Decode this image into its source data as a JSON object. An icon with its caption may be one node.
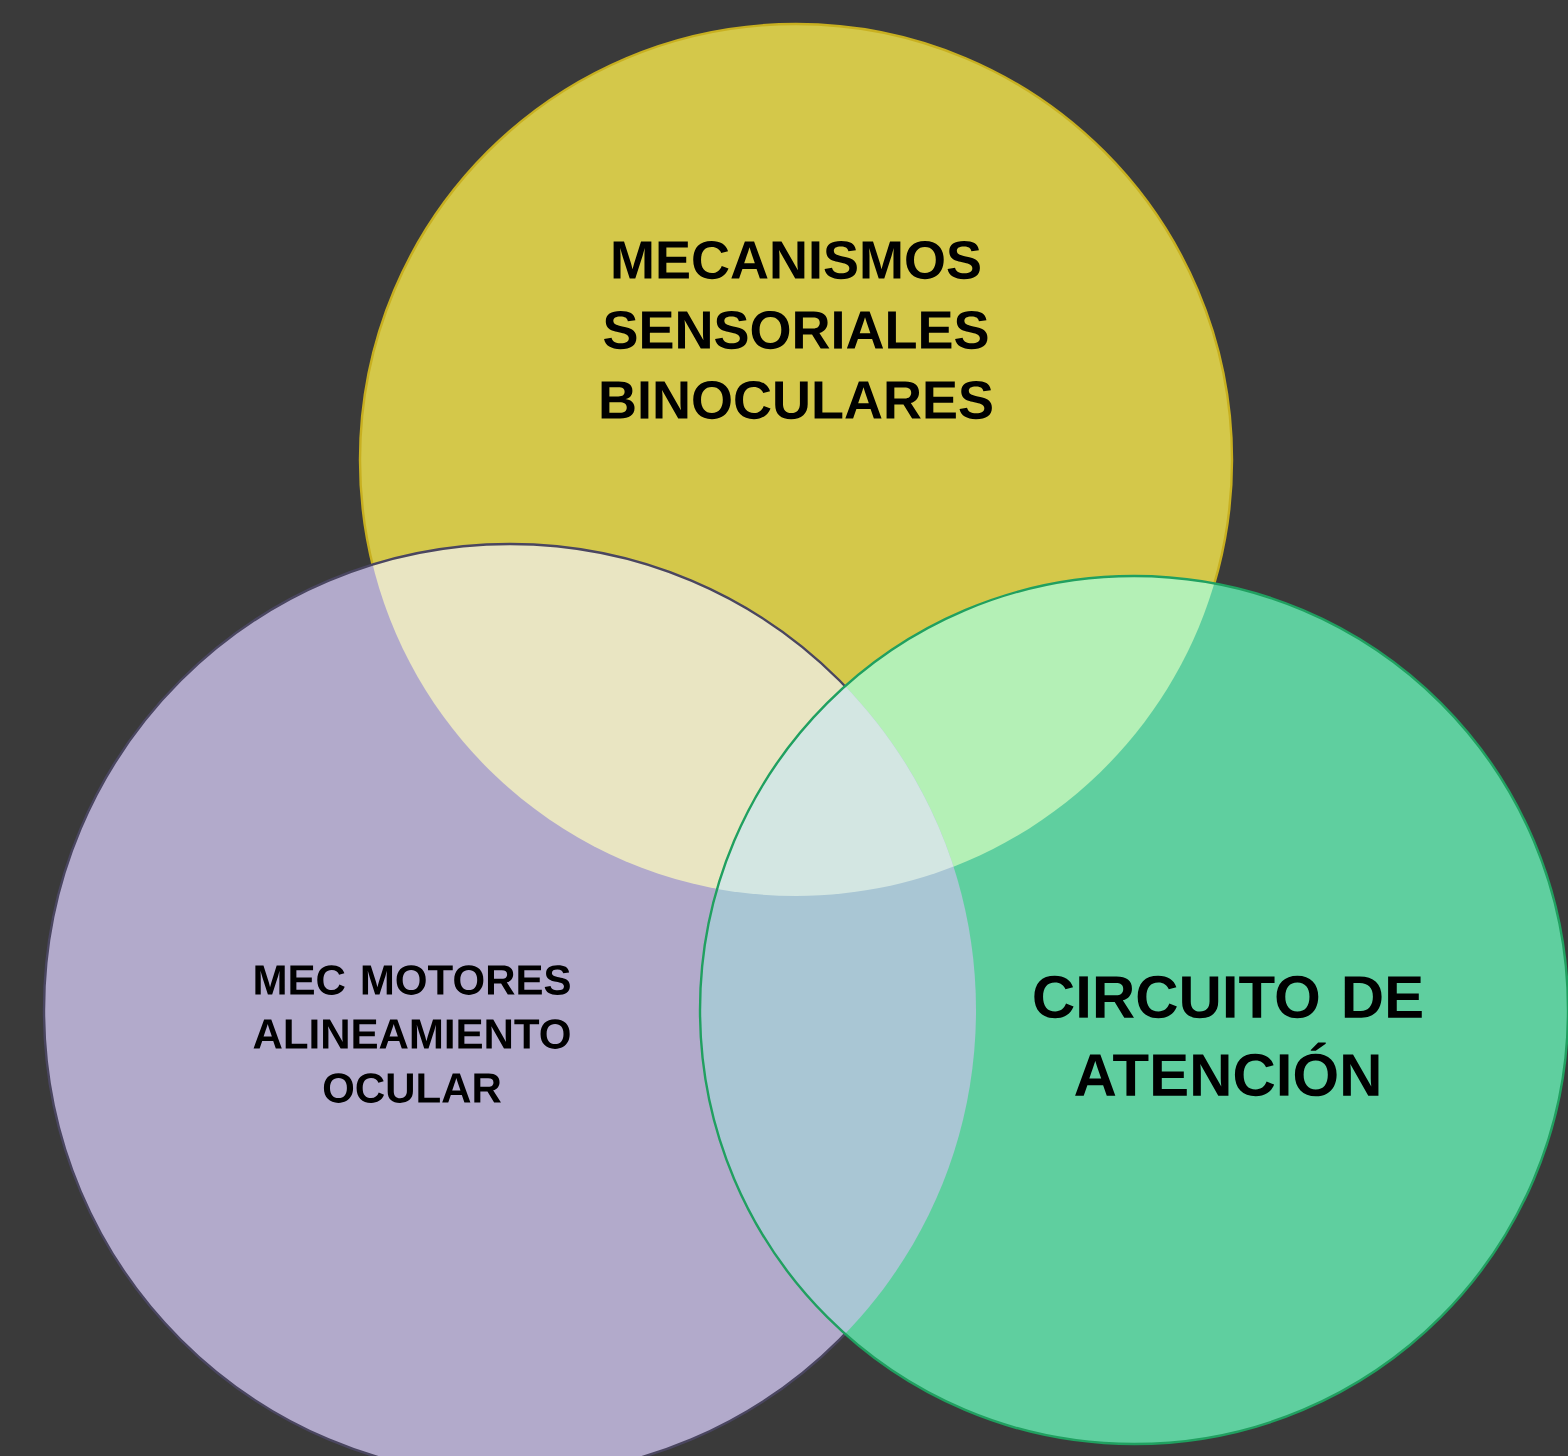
{
  "diagram": {
    "nodes": [
      {
        "text": [
          "MECANISMOS SENSORIALES BINOCULARES"
        ]
      },
      {
        "text": [
          "MEC MOTORES ALINEAMIENTO OCULAR"
        ]
      },
      {
        "text": [
          "CIRCUITO DE ATENCIÓN"
        ]
      }
    ]
  }
}
